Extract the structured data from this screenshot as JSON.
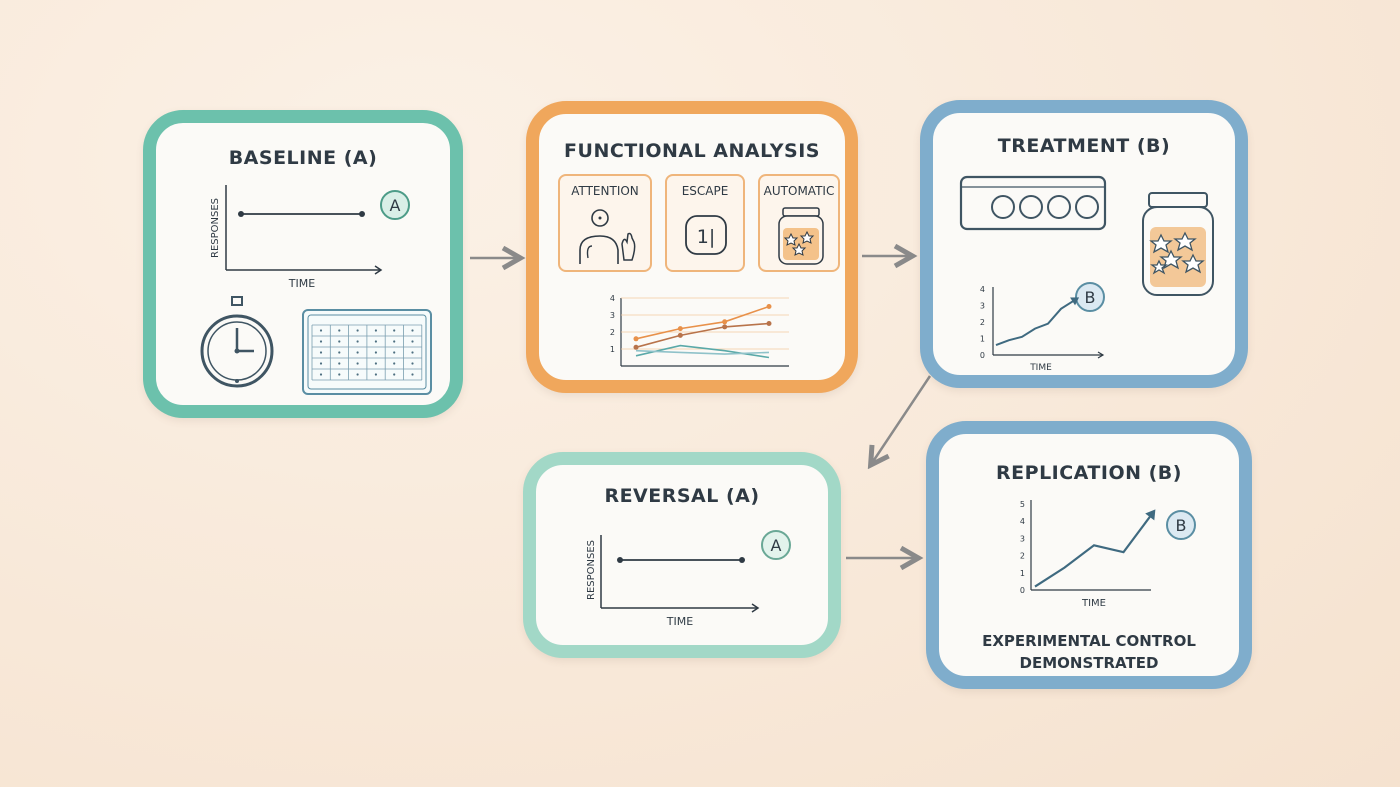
{
  "cards": {
    "baseline": {
      "title": "BASELINE (A)",
      "ylabel": "RESPONSES",
      "xlabel": "TIME",
      "badge": "A"
    },
    "functional": {
      "title": "FUNCTIONAL ANALYSIS",
      "conditions": [
        "ATTENTION",
        "ESCAPE",
        "AUTOMATIC"
      ],
      "escape_icon_text": "1|"
    },
    "treatment": {
      "title": "TREATMENT (B)",
      "xlabel": "TIME",
      "badge": "B"
    },
    "reversal": {
      "title": "REVERSAL (A)",
      "ylabel": "RESPONSES",
      "xlabel": "TIME",
      "badge": "A"
    },
    "replication": {
      "title": "REPLICATION (B)",
      "xlabel": "TIME",
      "badge": "B",
      "conclusion_line1": "EXPERIMENTAL CONTROL",
      "conclusion_line2": "DEMONSTRATED"
    }
  },
  "chart_data": [
    {
      "type": "line",
      "title": "BASELINE (A)",
      "xlabel": "TIME",
      "ylabel": "RESPONSES",
      "series": [
        {
          "x": [
            0,
            1
          ],
          "values": [
            1,
            1
          ]
        }
      ]
    },
    {
      "type": "line",
      "title": "FUNCTIONAL ANALYSIS",
      "ylim": [
        0,
        4
      ],
      "yticks": [
        1,
        2,
        3,
        4
      ],
      "series": [
        {
          "x": [
            0,
            1,
            2,
            3
          ],
          "values": [
            1.6,
            2.2,
            2.6,
            3.5
          ],
          "color": "#e8914a"
        },
        {
          "x": [
            0,
            1,
            2,
            3
          ],
          "values": [
            1.1,
            1.8,
            2.3,
            2.5
          ],
          "color": "#b8734a"
        },
        {
          "x": [
            0,
            1,
            2,
            3
          ],
          "values": [
            0.6,
            1.2,
            0.9,
            0.5
          ],
          "color": "#5aa9a8"
        },
        {
          "x": [
            0,
            1,
            2,
            3
          ],
          "values": [
            0.9,
            0.8,
            0.7,
            0.8
          ],
          "color": "#8fc2c9"
        }
      ]
    },
    {
      "type": "line",
      "title": "TREATMENT (B)",
      "xlabel": "TIME",
      "ylim": [
        0,
        4
      ],
      "yticks": [
        0,
        1,
        2,
        3,
        4
      ],
      "series": [
        {
          "x": [
            0,
            1,
            2,
            3,
            4,
            5,
            6
          ],
          "values": [
            0.6,
            0.9,
            1.1,
            1.6,
            1.9,
            2.8,
            3.3
          ]
        }
      ]
    },
    {
      "type": "line",
      "title": "REVERSAL (A)",
      "xlabel": "TIME",
      "ylabel": "RESPONSES",
      "series": [
        {
          "x": [
            0,
            1
          ],
          "values": [
            1,
            1
          ]
        }
      ]
    },
    {
      "type": "line",
      "title": "REPLICATION (B)",
      "xlabel": "TIME",
      "ylim": [
        0,
        5
      ],
      "yticks": [
        0,
        1,
        2,
        3,
        4,
        5
      ],
      "series": [
        {
          "x": [
            0,
            1,
            2,
            3,
            4
          ],
          "values": [
            0.2,
            1.3,
            2.6,
            2.2,
            4.5
          ]
        }
      ]
    }
  ],
  "colors": {
    "teal": "#6cc1ac",
    "orange": "#f0a75c",
    "blue": "#7fadcc",
    "mint": "#a2d8c7",
    "ink": "#2f3a44",
    "arrow": "#8a8a8a"
  }
}
